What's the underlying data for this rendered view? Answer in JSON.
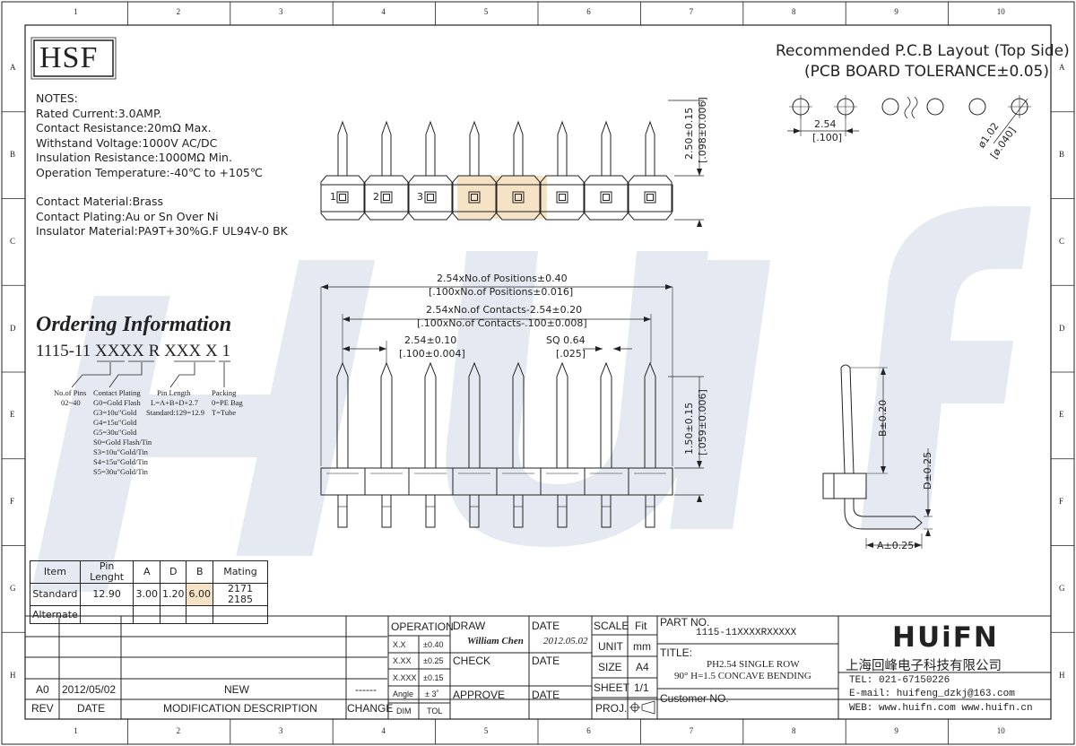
{
  "brand": {
    "hsf": "HSF",
    "logo": "HUiFN",
    "company_cn": "上海回峰电子科技有限公司",
    "tel": "TEL: 021-67150226",
    "email": "E-mail: huifeng_dzkj@163.com",
    "web": "WEB: www.huifn.com  www.huifn.cn"
  },
  "zones": {
    "columns": [
      "1",
      "2",
      "3",
      "4",
      "5",
      "6",
      "7",
      "8",
      "9",
      "10"
    ],
    "rows": [
      "A",
      "B",
      "C",
      "D",
      "E",
      "F",
      "G",
      "H"
    ]
  },
  "notes": {
    "heading": "NOTES:",
    "lines": [
      "Rated Current:3.0AMP.",
      "Contact Resistance:20mΩ Max.",
      "Withstand Voltage:1000V AC/DC",
      "Insulation Resistance:1000MΩ Min.",
      "Operation Temperature:-40℃ to +105℃"
    ],
    "materials": [
      "Contact Material:Brass",
      "Contact Plating:Au or Sn Over Ni",
      "Insulator Material:PA9T+30%G.F UL94V-0 BK"
    ]
  },
  "pcb_layout": {
    "title1": "Recommended P.C.B Layout (Top Side)",
    "title2": "(PCB BOARD TOLERANCE±0.05)",
    "pitch": "2.54",
    "pitch_in": "[.100]",
    "hole": "ø1.02",
    "hole_in": "[ø.040]"
  },
  "top_view": {
    "pin_labels": [
      "1",
      "2",
      "3"
    ],
    "height": "2.50±0.15",
    "height_in": "[.098±0.006]"
  },
  "front_view": {
    "positions": "2.54xNo.of Positions±0.40",
    "positions_in": "[.100xNo.of Positions±0.016]",
    "contacts": "2.54xNo.of Contacts-2.54±0.20",
    "contacts_in": "[.100xNo.of Contacts-.100±0.008]",
    "pitch": "2.54±0.10",
    "pitch_in": "[.100±0.004]",
    "sq": "SQ 0.64",
    "sq_in": "[.025]",
    "height": "1.50±0.15",
    "height_in": "[.059±0.006]"
  },
  "side_view": {
    "b": "B±0.20",
    "d": "D±0.25",
    "a": "A±0.25"
  },
  "ordering": {
    "title": "Ordering Information",
    "code_prefix": "1115-11",
    "code_xx1": "XX",
    "code_xx2": "XX",
    "code_r": "R",
    "code_xxx": "XXX",
    "code_x": "X",
    "code_1": "1",
    "pins_title": "No.of Pins",
    "pins_range": "02~40",
    "plating_title": "Contact Plating",
    "plating": [
      "G0=Gold Flash",
      "G3=10u\"Gold",
      "G4=15u\"Gold",
      "G5=30u\"Gold",
      "S0=Gold Flash/Tin",
      "S3=10u\"Gold/Tin",
      "S4=15u\"Gold/Tin",
      "S5=30u\"Gold/Tin"
    ],
    "length_title": "Pin Length",
    "length_formula": "L=A+B+D+2.7",
    "length_std": "Standard:129=12.9",
    "packing_title": "Packing",
    "packing": [
      "0=PE Bag",
      "T=Tube"
    ]
  },
  "item_table": {
    "headers": [
      "Item",
      "Pin Lenght",
      "A",
      "D",
      "B",
      "Mating"
    ],
    "rows": [
      [
        "Standard",
        "12.90",
        "3.00",
        "1.20",
        "6.00",
        "2171 2185"
      ],
      [
        "Alternate",
        "",
        "",
        "",
        "",
        ""
      ]
    ]
  },
  "title_block": {
    "rev_label": "REV",
    "date_label": "DATE",
    "mod_label": "MODIFICATION DESCRIPTION",
    "change_label": "CHANGE",
    "rev": "A0",
    "rev_date": "2012/05/02",
    "rev_desc": "NEW",
    "rev_change": "------",
    "operation": "OPERATION",
    "tol": [
      [
        "X.X",
        "±0.40"
      ],
      [
        "X.XX",
        "±0.25"
      ],
      [
        "X.XXX",
        "±0.15"
      ],
      [
        "Angle",
        "± 3˚"
      ]
    ],
    "dim": "DIM",
    "tol_label": "TOL",
    "draw": "DRAW",
    "drawer": "William Chen",
    "check": "CHECK",
    "approve": "APPROVE",
    "date": "DATE",
    "draw_date": "2012.05.02",
    "scale": "SCALE",
    "fit": "Fit",
    "unit": "UNIT",
    "unit_val": "mm",
    "size": "SIZE",
    "size_val": "A4",
    "sheet": "SHEET",
    "sheet_val": "1/1",
    "proj": "PROJ.",
    "part_no_label": "PART NO.",
    "part_no": "1115-11XXXXRXXXXX",
    "title_label": "TITLE:",
    "title1": "PH2.54 SINGLE ROW",
    "title2": "90° H=1.5 CONCAVE BENDING",
    "customer": "Customer NO."
  },
  "colors": {
    "line": "#222222",
    "watermark": "#dde3ee",
    "highlight": "#f6e3c6"
  }
}
